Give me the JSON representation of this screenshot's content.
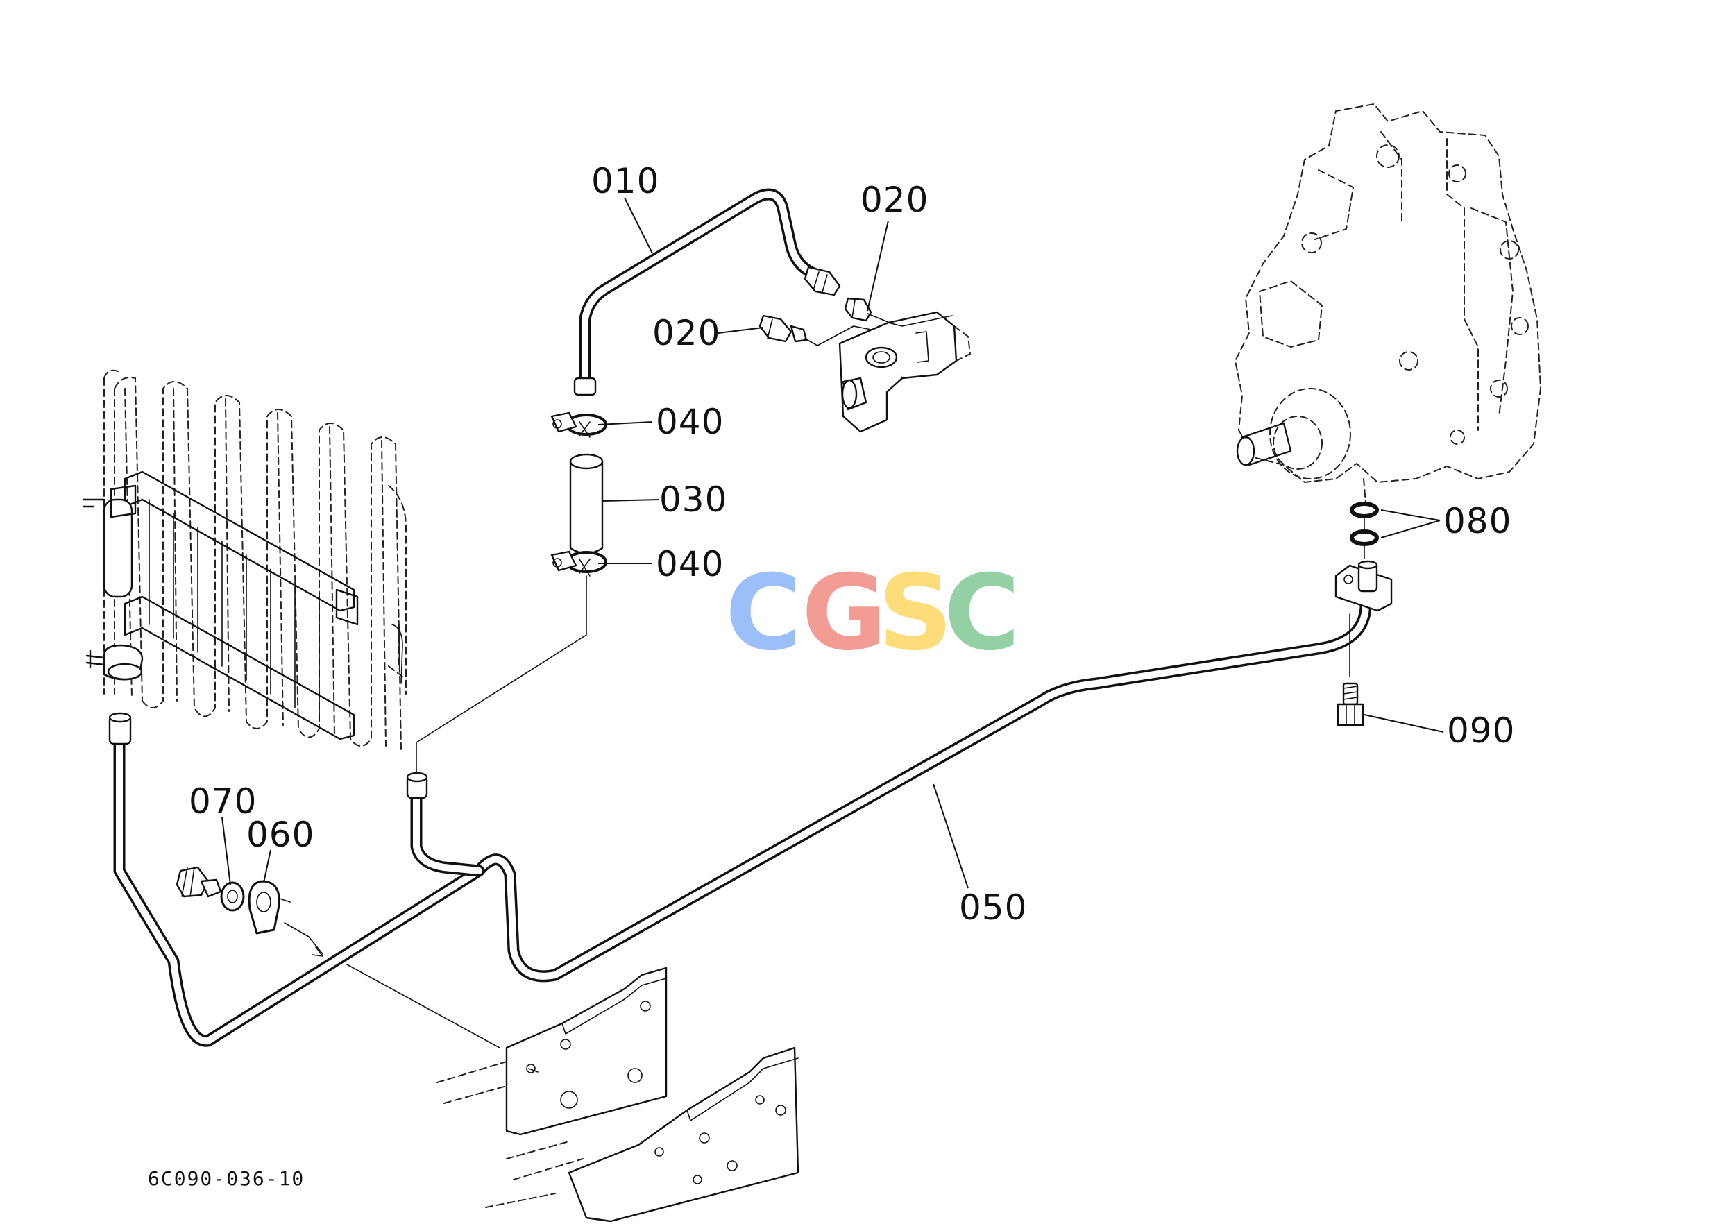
{
  "callouts": {
    "c010": "010",
    "c020a": "020",
    "c020b": "020",
    "c040a": "040",
    "c030": "030",
    "c040b": "040",
    "c080": "080",
    "c090": "090",
    "c050": "050",
    "c070": "070",
    "c060": "060"
  },
  "document_number": "6C090-036-10",
  "watermark": {
    "letters": [
      "C",
      "G",
      "S",
      "C"
    ],
    "colors": [
      "#8ab4f8",
      "#f28b82",
      "#fdd663",
      "#81c995"
    ]
  }
}
